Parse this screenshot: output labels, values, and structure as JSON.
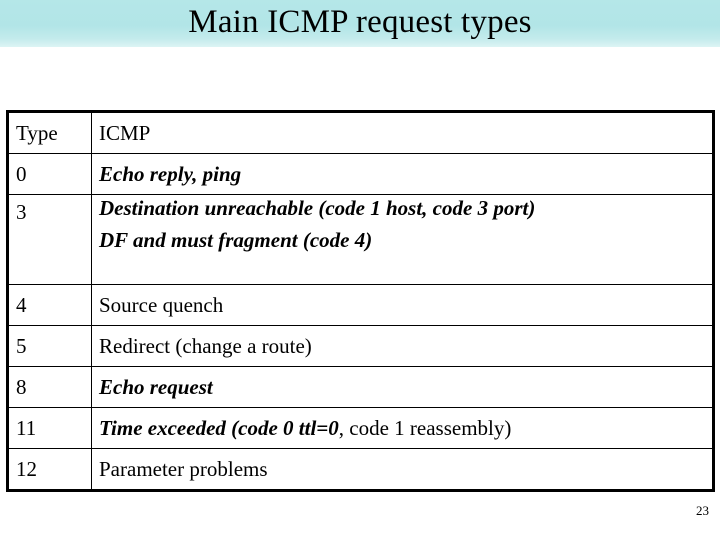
{
  "slide": {
    "title": "Main ICMP request types",
    "page_number": "23",
    "title_band_color": "#b3e6e7",
    "text_color": "#000000",
    "background_color": "#ffffff"
  },
  "table": {
    "headers": {
      "type": "Type",
      "icmp": "ICMP"
    },
    "rows": [
      {
        "type": "0",
        "desc_emph": "Echo reply, ping",
        "desc_plain": "",
        "desc_line2": ""
      },
      {
        "type": "3",
        "desc_emph": "Destination unreachable (code 1 host, code 3 port)",
        "desc_plain": "",
        "desc_line2": "DF and must fragment (code 4)"
      },
      {
        "type": "4",
        "desc_emph": "",
        "desc_plain": "Source quench",
        "desc_line2": ""
      },
      {
        "type": "5",
        "desc_emph": "",
        "desc_plain": "Redirect (change a route)",
        "desc_line2": ""
      },
      {
        "type": "8",
        "desc_emph": "Echo request",
        "desc_plain": "",
        "desc_line2": ""
      },
      {
        "type": "11",
        "desc_emph": "Time exceeded (code 0 ttl=0",
        "desc_plain": ", code 1 reassembly)",
        "desc_line2": ""
      },
      {
        "type": "12",
        "desc_emph": "",
        "desc_plain": "Parameter problems",
        "desc_line2": ""
      }
    ]
  }
}
